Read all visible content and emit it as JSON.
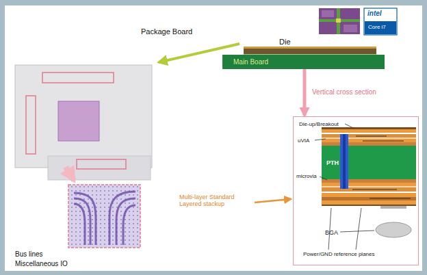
{
  "diagram": {
    "nodes": [
      {
        "text": [
          "Die"
        ]
      },
      {
        "text": [
          "Main Board"
        ]
      },
      {
        "text": [
          "Die-up/Breakout",
          "uVIA",
          "PTH",
          "microvia",
          "BGA",
          "Power/GND reference planes"
        ]
      }
    ],
    "edges": [
      {
        "from": 1,
        "to": 2,
        "arrow": "to",
        "label": "Vertical cross section"
      }
    ],
    "labels": [
      "intel",
      "Core i7",
      "Package Board",
      "Multi-layer Standard Layered stackup",
      "Bus lines",
      "Miscellaneous IO"
    ]
  }
}
